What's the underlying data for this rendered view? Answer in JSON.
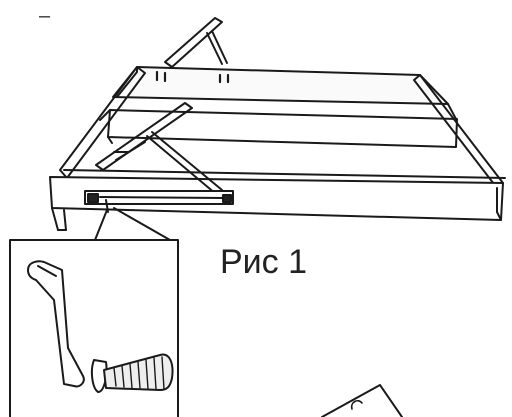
{
  "figure": {
    "caption": "Рис 1",
    "top_mark": "–"
  },
  "icons": [
    "bed-lift-frame-drawing",
    "crank-handle-icon",
    "zoom-callout"
  ]
}
